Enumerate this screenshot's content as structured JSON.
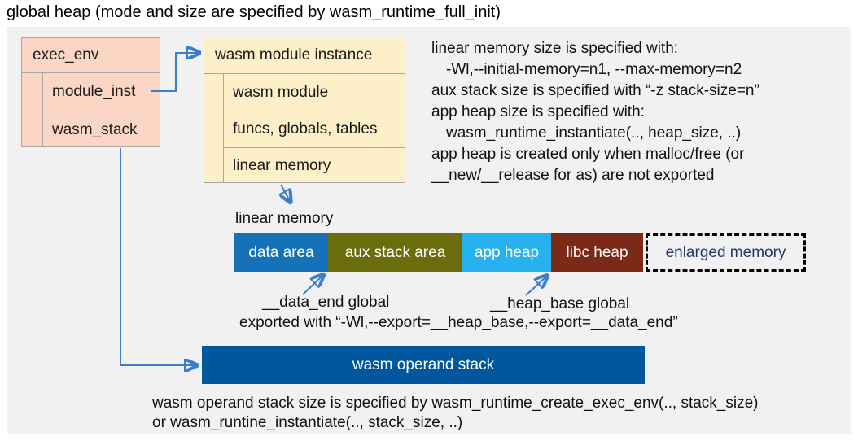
{
  "title": "global heap (mode and size are specified by wasm_runtime_full_init)",
  "exec_env_box": {
    "header": "exec_env",
    "rows": [
      "module_inst",
      "wasm_stack"
    ]
  },
  "module_instance_box": {
    "header": "wasm module instance",
    "rows": [
      "wasm module",
      "funcs, globals, tables",
      "linear memory"
    ]
  },
  "right_notes": {
    "lines": [
      "linear memory size is specified with:",
      "-Wl,--initial-memory=n1, --max-memory=n2",
      "aux stack size is specified with “-z stack-size=n”",
      "app heap size is specified with:",
      "wasm_runtime_instantiate(.., heap_size, ..)",
      "app heap is created only when malloc/free (or",
      "__new/__release for as) are not exported"
    ]
  },
  "linear_memory": {
    "label": "linear memory",
    "segments": [
      {
        "label": "data area",
        "color": "#1572b8"
      },
      {
        "label": "aux stack area",
        "color": "#6b6c0c"
      },
      {
        "label": "app heap",
        "color": "#27b1ee"
      },
      {
        "label": "libc heap",
        "color": "#7a2a16"
      }
    ],
    "enlarged": {
      "label": "enlarged memory",
      "text_color": "#1e3a66"
    }
  },
  "annotations": {
    "data_end": "__data_end global",
    "heap_base": "__heap_base global",
    "exported": "exported with “-Wl,--export=__heap_base,--export=__data_end”"
  },
  "operand_stack": {
    "label": "wasm operand stack",
    "note_line1": "wasm operand stack size is specified by wasm_runtime_create_exec_env(.., stack_size)",
    "note_line2": "or wasm_runtine_instantiate(.., stack_size, ..)"
  },
  "colors": {
    "background": "#f1f1f2",
    "box_pink": "#fbd6c5",
    "box_cream": "#fdefc8",
    "box_border": "#a6a6a6",
    "arrow_blue": "#3a7ecd",
    "operand_bar": "#00579d",
    "enlarged_text": "#1e3a66"
  }
}
